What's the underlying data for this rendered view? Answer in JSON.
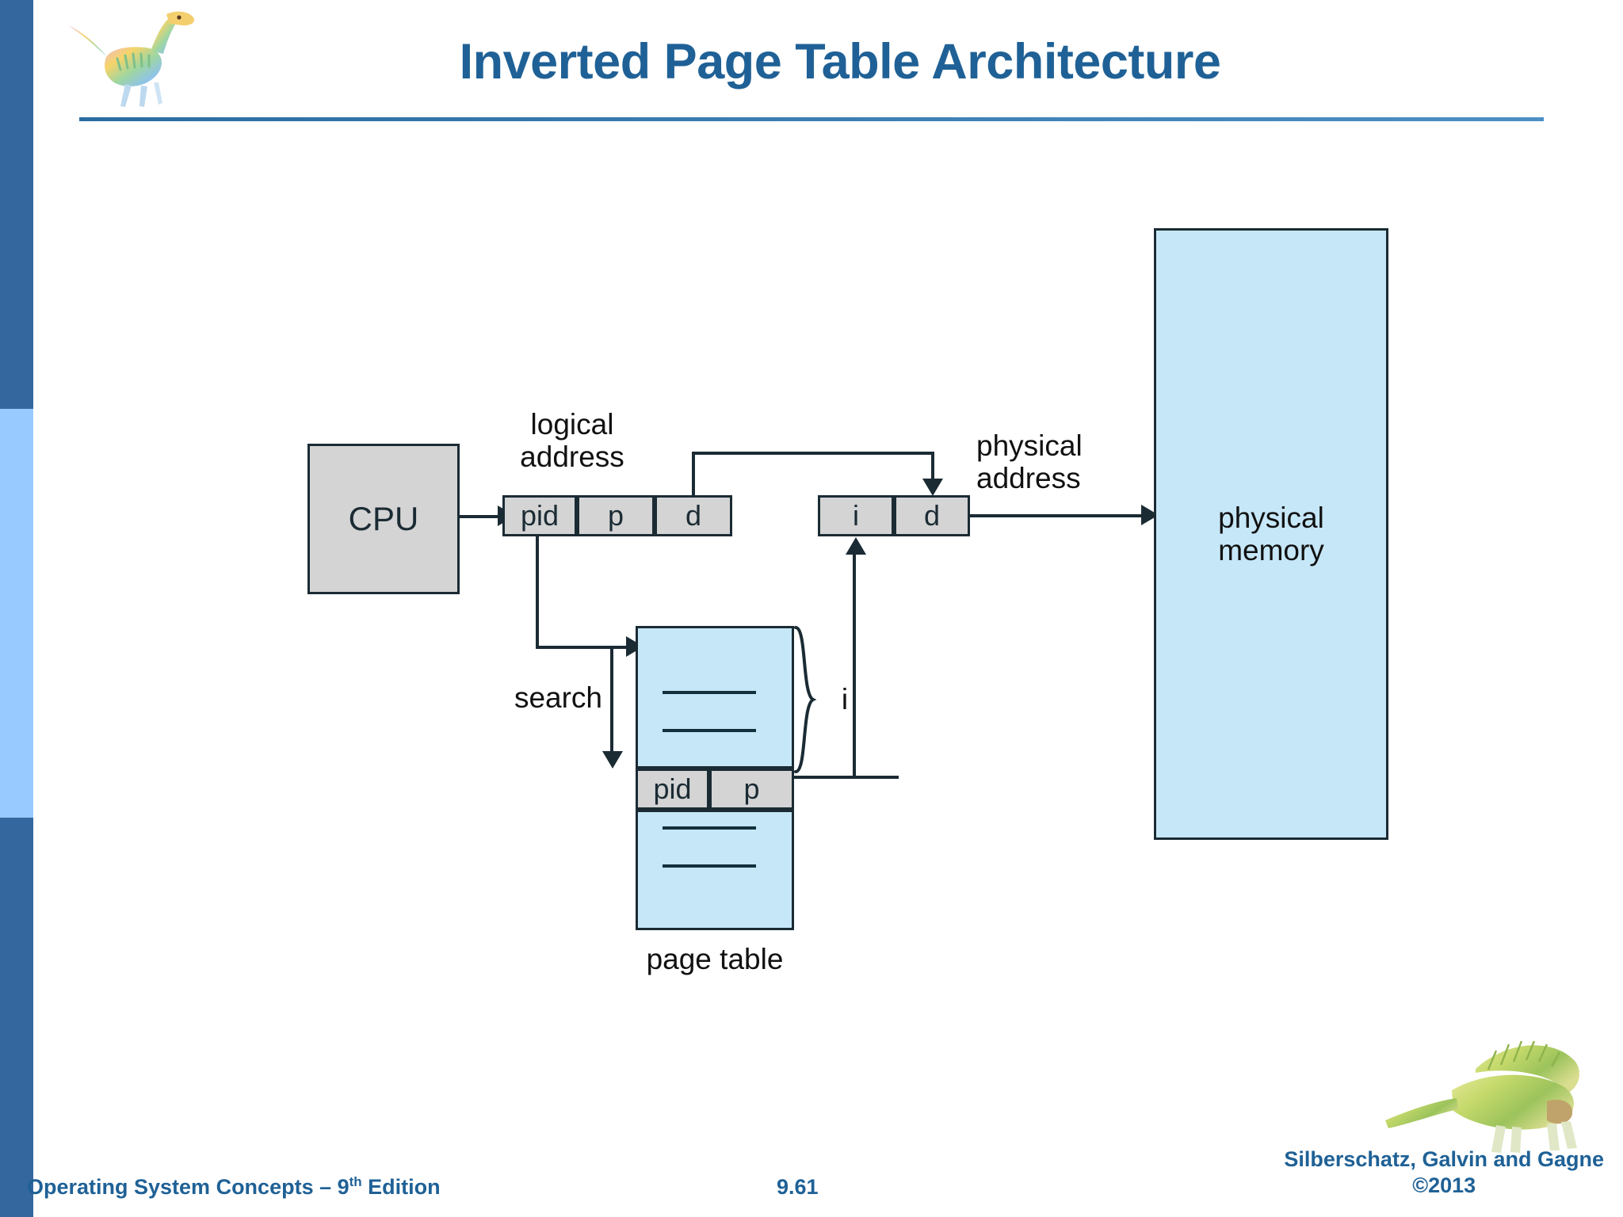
{
  "slide": {
    "title": "Inverted Page Table Architecture",
    "accent_color": "#1f6196",
    "rail_dark_color": "#33679e",
    "rail_light_color": "#99caff"
  },
  "diagram": {
    "cpu_label": "CPU",
    "logical_address_label": "logical\naddress",
    "physical_address_label": "physical\naddress",
    "physical_memory_label": "physical\nmemory",
    "page_table_label": "page table",
    "search_label": "search",
    "index_brace_label": "i",
    "logical_fields": [
      "pid",
      "p",
      "d"
    ],
    "physical_fields": [
      "i",
      "d"
    ],
    "page_table_entry_fields": [
      "pid",
      "p"
    ],
    "box_fill_grey": "#d4d4d4",
    "box_fill_blue": "#c6e7f8",
    "stroke_color": "#1b2b34"
  },
  "footer": {
    "left": "Operating System Concepts – 9",
    "left_sup": "th",
    "left_tail": " Edition",
    "slide_number": "9.61",
    "authors": "Silberschatz, Galvin and Gagne",
    "copyright": "©2013"
  }
}
